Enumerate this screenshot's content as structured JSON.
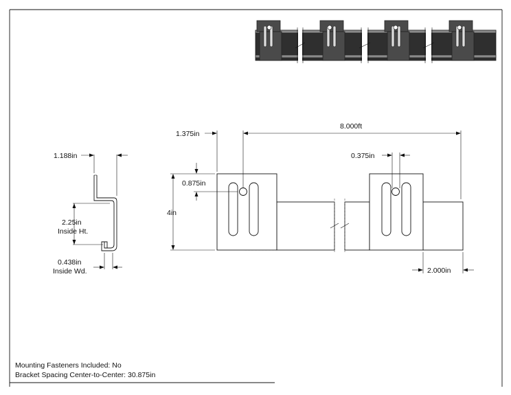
{
  "labels": {
    "profile_width": "1.188in",
    "inside_height_value": "2.25in",
    "inside_height_caption": "Inside Ht.",
    "inside_width_value": "0.438in",
    "inside_width_caption": "Inside Wd.",
    "edge_offset": "1.375in",
    "overall_length": "8.000ft",
    "hole_offset": "0.375in",
    "hole_height": "0.875in",
    "bracket_height": "4in",
    "end_overhang": "2.000in"
  },
  "notes": {
    "fasteners": "Mounting Fasteners Included: No",
    "spacing": "Bracket Spacing Center-to-Center: 30.875in"
  }
}
